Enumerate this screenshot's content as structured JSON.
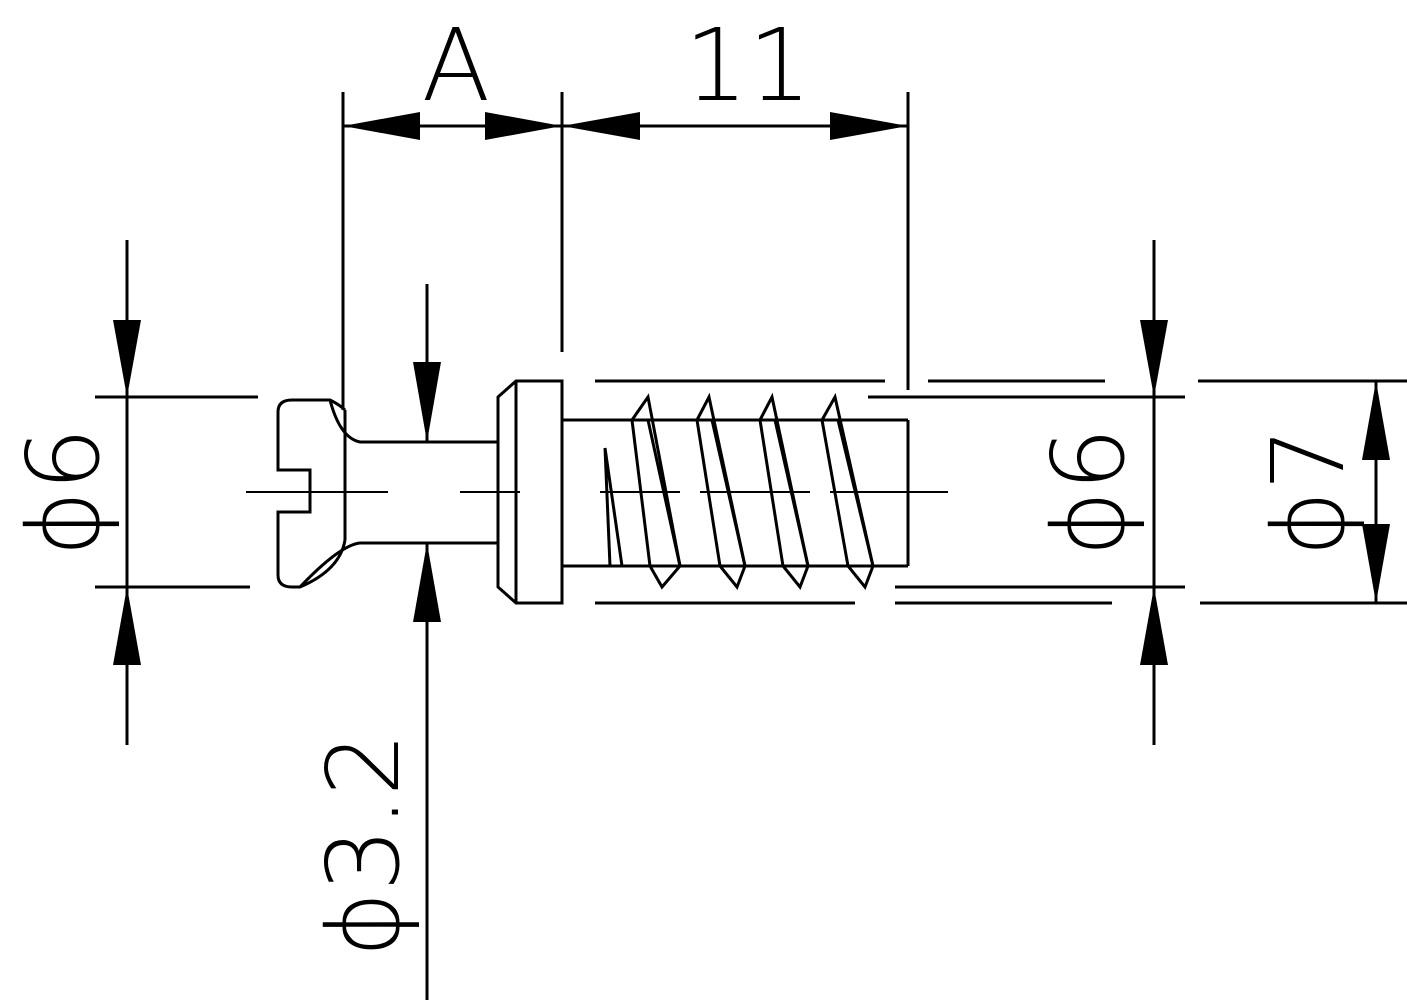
{
  "drawing": {
    "dimensions": {
      "head_length": "A",
      "thread_length": "11",
      "head_diameter": "ϕ6",
      "neck_diameter": "ϕ3.2",
      "body_diameter": "ϕ6",
      "thread_outer_diameter": "ϕ7"
    }
  }
}
